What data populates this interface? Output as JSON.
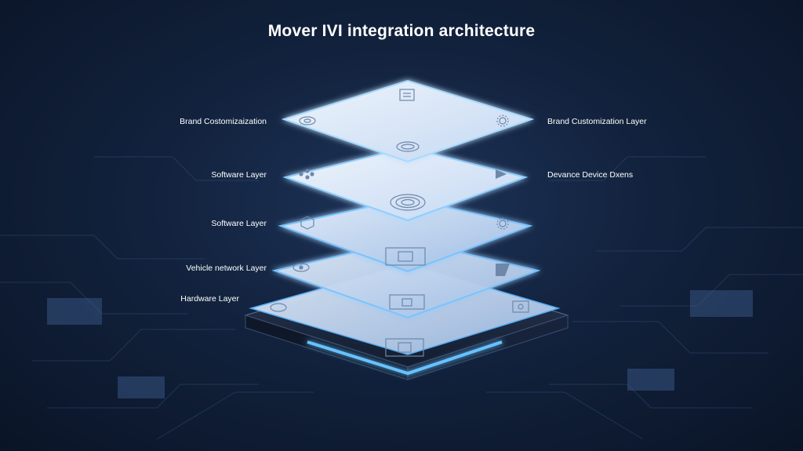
{
  "title": "Mover IVI integration architecture",
  "labels_left": [
    "Brand Costomizaization",
    "Software Layer",
    "Software Layer",
    "Vehicle network Layer",
    "Hardware Layer"
  ],
  "labels_right": [
    "Brand Customization Layer",
    "Devance Device Dxens"
  ],
  "colors": {
    "background": "#0f1d35",
    "layer_fill": "#dde9f8",
    "glow": "#4aa8ff",
    "base": "#1a2740"
  },
  "icons": [
    "document-icon",
    "fingerprint-icon",
    "gear-icon",
    "network-icon",
    "arrow-icon",
    "spiral-icon",
    "shield-icon",
    "chip-icon",
    "lock-icon",
    "cube-icon",
    "circle-icon",
    "usb-icon"
  ]
}
